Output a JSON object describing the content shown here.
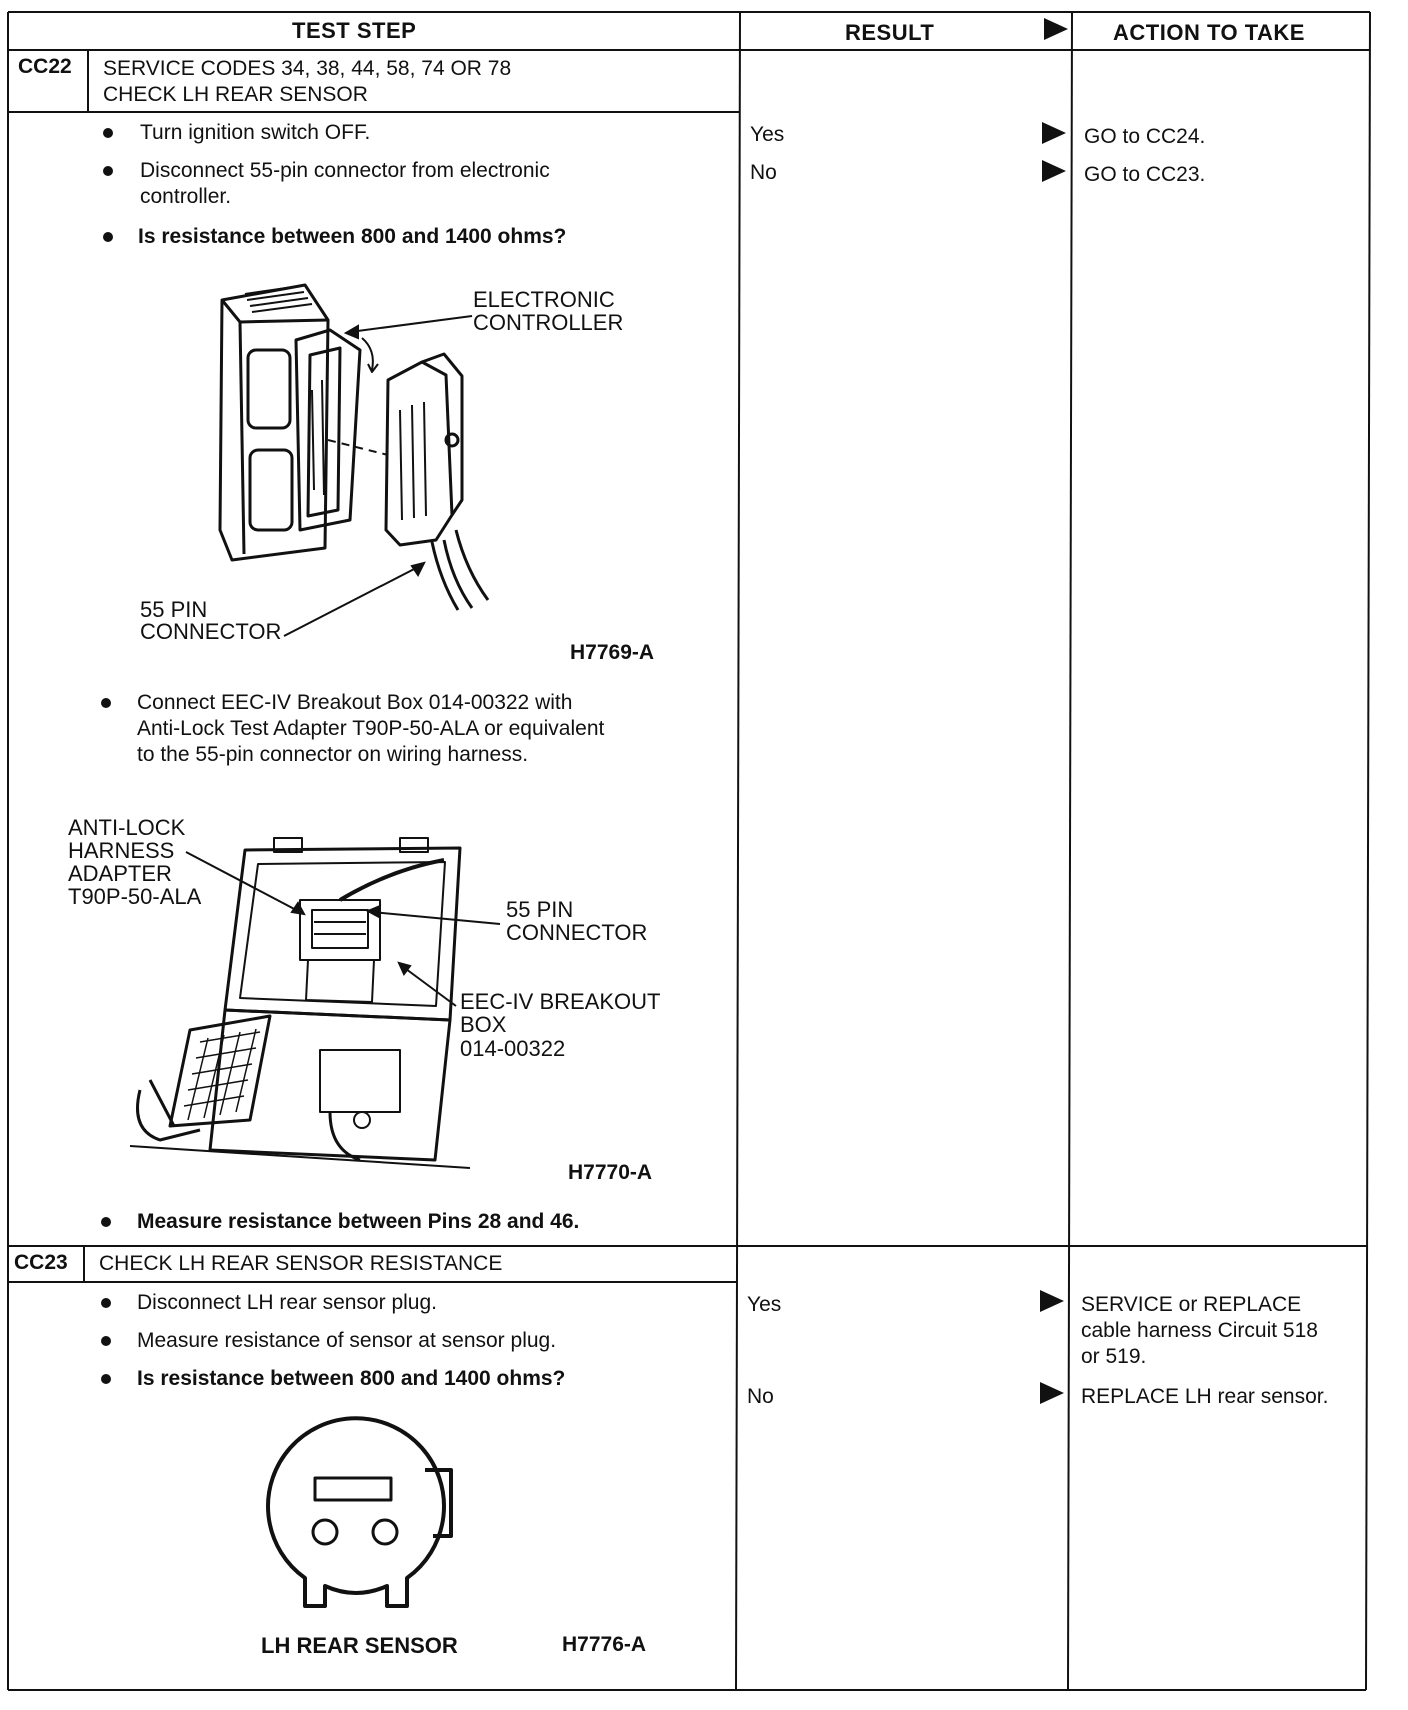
{
  "headers": {
    "test_step": "TEST STEP",
    "result": "RESULT",
    "action": "ACTION TO TAKE"
  },
  "cc22": {
    "code": "CC22",
    "title_line1": "SERVICE CODES 34, 38, 44, 58, 74 OR 78",
    "title_line2": "CHECK LH REAR SENSOR",
    "step1": "Turn ignition switch OFF.",
    "step2_line1": "Disconnect 55-pin connector from electronic",
    "step2_line2": "controller.",
    "step3": "Is resistance between 800 and 1400 ohms?",
    "fig1": {
      "label_controller_1": "ELECTRONIC",
      "label_controller_2": "CONTROLLER",
      "label_connector_1": "55 PIN",
      "label_connector_2": "CONNECTOR",
      "figure_id": "H7769-A"
    },
    "step4_line1": "Connect EEC-IV Breakout Box 014-00322 with",
    "step4_line2": "Anti-Lock Test Adapter T90P-50-ALA or equivalent",
    "step4_line3": "to the 55-pin connector on wiring harness.",
    "fig2": {
      "label_adapter_1": "ANTI-LOCK",
      "label_adapter_2": "HARNESS",
      "label_adapter_3": "ADAPTER",
      "label_adapter_4": "T90P-50-ALA",
      "label_pin_1": "55 PIN",
      "label_pin_2": "CONNECTOR",
      "label_box_1": "EEC-IV BREAKOUT",
      "label_box_2": "BOX",
      "label_box_3": "014-00322",
      "figure_id": "H7770-A"
    },
    "step5": "Measure resistance between Pins 28 and 46.",
    "results": [
      {
        "result": "Yes",
        "action": "GO to CC24."
      },
      {
        "result": "No",
        "action": "GO to CC23."
      }
    ]
  },
  "cc23": {
    "code": "CC23",
    "title": "CHECK LH REAR SENSOR RESISTANCE",
    "step1": "Disconnect LH rear sensor plug.",
    "step2": "Measure resistance of sensor at sensor plug.",
    "step3": "Is resistance between 800 and 1400 ohms?",
    "fig": {
      "label": "LH REAR SENSOR",
      "figure_id": "H7776-A"
    },
    "yes_result": "Yes",
    "yes_action_line1": "SERVICE or REPLACE",
    "yes_action_line2": "cable harness Circuit 518",
    "yes_action_line3": "or 519.",
    "no_result": "No",
    "no_action": "REPLACE LH rear sensor."
  }
}
